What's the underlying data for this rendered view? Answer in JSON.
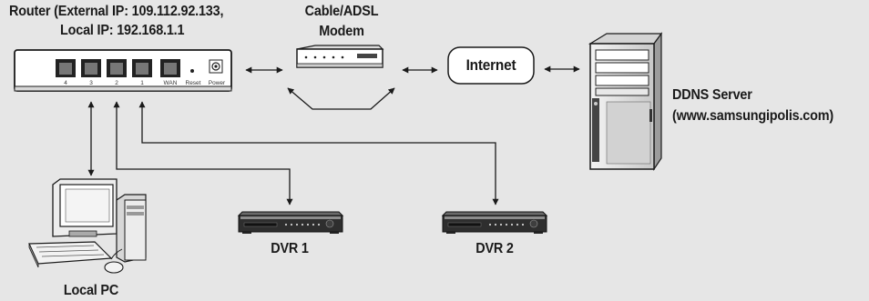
{
  "router": {
    "label_line1": "Router (External IP: 109.112.92.133,",
    "label_line2": "Local IP: 192.168.1.1",
    "ports": [
      "4",
      "3",
      "2",
      "1",
      "WAN"
    ],
    "reset_label": "Reset",
    "power_label": "Power"
  },
  "modem": {
    "label_line1": "Cable/ADSL",
    "label_line2": "Modem"
  },
  "internet": {
    "label": "Internet"
  },
  "ddns": {
    "label_line1": "DDNS Server",
    "label_line2": "(www.samsungipolis.com)"
  },
  "local_pc": {
    "label": "Local PC"
  },
  "dvr1": {
    "label": "DVR 1"
  },
  "dvr2": {
    "label": "DVR 2"
  },
  "colors": {
    "background": "#e6e6e6",
    "line": "#1a1a1a",
    "device_dark": "#2e2e2e",
    "device_light": "#ffffff"
  }
}
